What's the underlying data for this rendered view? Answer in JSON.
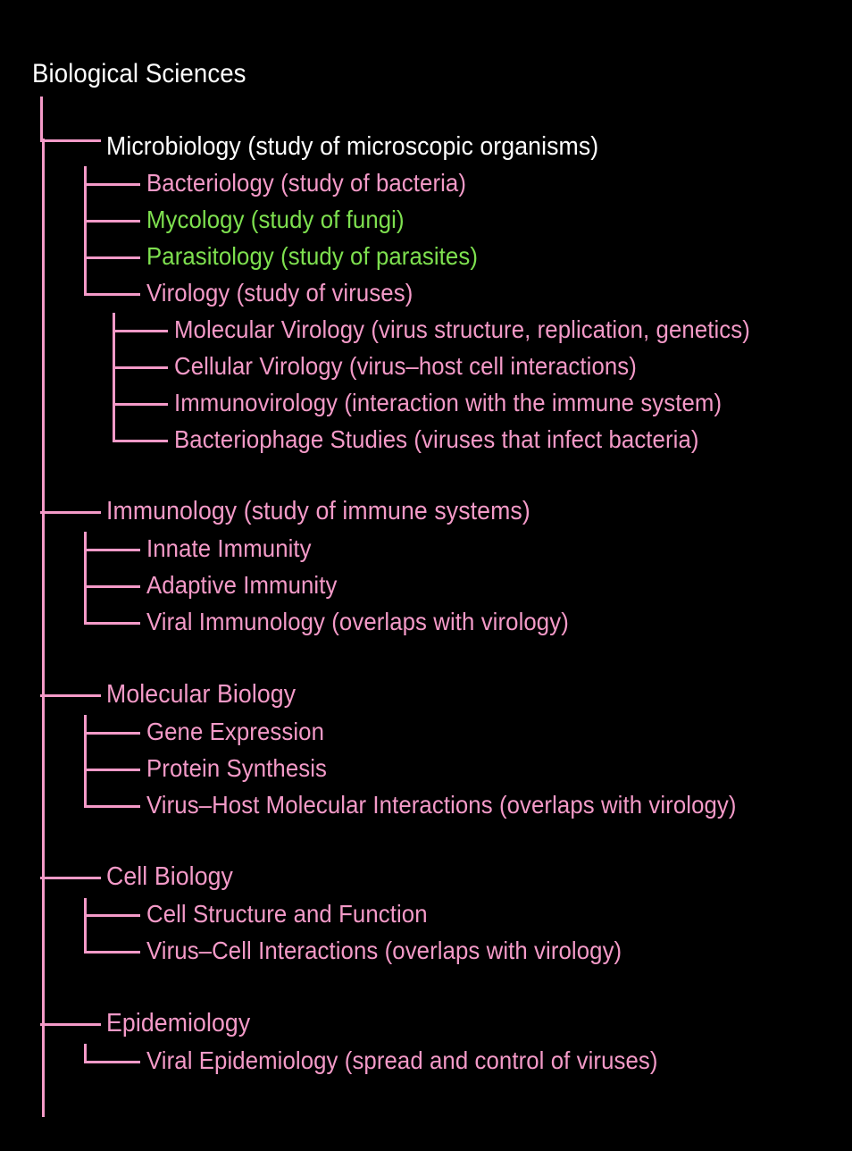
{
  "diagram": {
    "title": "Biological Sciences",
    "type": "ascii-tree",
    "background_color": "#000000",
    "colors": {
      "root_text": "#ffffff",
      "branch_text": "#f49ac8",
      "highlight_text": "#7ee04f",
      "connector_line": "#f49ac8"
    },
    "root": {
      "label": "Biological Sciences",
      "color": "#ffffff"
    },
    "branches": [
      {
        "id": "microbiology",
        "label": "Microbiology (study of microscopic organisms)",
        "color": "#ffffff",
        "children": [
          {
            "id": "bacteriology",
            "label": "Bacteriology (study of bacteria)",
            "color": "#f49ac8",
            "children": []
          },
          {
            "id": "mycology",
            "label": "Mycology (study of fungi)",
            "color": "#7ee04f",
            "children": []
          },
          {
            "id": "parasitology",
            "label": "Parasitology (study of parasites)",
            "color": "#7ee04f",
            "children": []
          },
          {
            "id": "virology",
            "label": "Virology (study of viruses)",
            "color": "#f49ac8",
            "children": [
              {
                "id": "molecular-virology",
                "label": "Molecular Virology (virus structure, replication, genetics)",
                "color": "#f49ac8"
              },
              {
                "id": "cellular-virology",
                "label": "Cellular Virology (virus–host cell interactions)",
                "color": "#f49ac8"
              },
              {
                "id": "immunovirology",
                "label": "Immunovirology (interaction with the immune system)",
                "color": "#f49ac8"
              },
              {
                "id": "bacteriophage-studies",
                "label": "Bacteriophage Studies (viruses that infect bacteria)",
                "color": "#f49ac8"
              }
            ]
          }
        ]
      },
      {
        "id": "immunology",
        "label": "Immunology (study of immune systems)",
        "color": "#f49ac8",
        "children": [
          {
            "id": "innate-immunity",
            "label": "Innate Immunity",
            "color": "#f49ac8",
            "children": []
          },
          {
            "id": "adaptive-immunity",
            "label": "Adaptive Immunity",
            "color": "#f49ac8",
            "children": []
          },
          {
            "id": "viral-immunology",
            "label": "Viral Immunology (overlaps with virology)",
            "color": "#f49ac8",
            "children": []
          }
        ]
      },
      {
        "id": "molecular-biology",
        "label": "Molecular Biology",
        "color": "#f49ac8",
        "children": [
          {
            "id": "gene-expression",
            "label": "Gene Expression",
            "color": "#f49ac8",
            "children": []
          },
          {
            "id": "protein-synthesis",
            "label": "Protein Synthesis",
            "color": "#f49ac8",
            "children": []
          },
          {
            "id": "virus-host-molecular-interactions",
            "label": "Virus–Host Molecular Interactions (overlaps with virology)",
            "color": "#f49ac8",
            "children": []
          }
        ]
      },
      {
        "id": "cell-biology",
        "label": "Cell Biology",
        "color": "#f49ac8",
        "children": [
          {
            "id": "cell-structure-and-function",
            "label": "Cell Structure and Function",
            "color": "#f49ac8",
            "children": []
          },
          {
            "id": "virus-cell-interactions",
            "label": "Virus–Cell Interactions (overlaps with virology)",
            "color": "#f49ac8",
            "children": []
          }
        ]
      },
      {
        "id": "epidemiology",
        "label": "Epidemiology",
        "color": "#f49ac8",
        "children": [
          {
            "id": "viral-epidemiology",
            "label": "Viral Epidemiology (spread and control of viruses)",
            "color": "#f49ac8",
            "children": []
          }
        ]
      }
    ]
  }
}
